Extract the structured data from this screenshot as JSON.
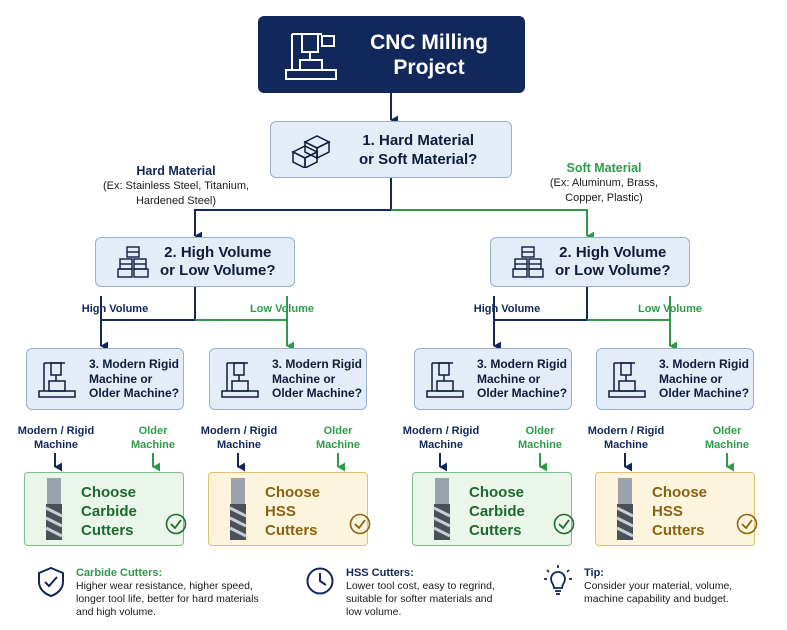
{
  "title": "CNC Milling\nProject",
  "question1": "1. Hard Material\nor Soft Material?",
  "hard": {
    "title": "Hard Material",
    "examples": "(Ex: Stainless Steel, Titanium,\nHardened Steel)"
  },
  "soft": {
    "title": "Soft Material",
    "examples": "(Ex: Aluminum, Brass,\nCopper, Plastic)"
  },
  "question2": "2. High Volume\nor Low Volume?",
  "high_volume": "High Volume",
  "low_volume": "Low Volume",
  "question3": "3. Modern Rigid\nMachine or\nOlder Machine?",
  "modern_rigid": "Modern / Rigid\nMachine",
  "older": "Older\nMachine",
  "result_carbide": "Choose\nCarbide\nCutters",
  "result_hss": "Choose\nHSS\nCutters",
  "footer": {
    "carbide": {
      "title": "Carbide Cutters:",
      "body": "Higher wear resistance, higher speed,\nlonger tool life, better for hard materials\nand high volume."
    },
    "hss": {
      "title": "HSS Cutters:",
      "body": "Lower tool cost, easy to regrind,\nsuitable for softer materials and\nlow volume."
    },
    "tip": {
      "title": "Tip:",
      "body": "Consider your material, volume,\nmachine capability and budget."
    }
  },
  "colors": {
    "navy": "#12275a",
    "green": "#2f9a4a",
    "box_fill": "#e3ecf7",
    "carbide_fill": "#e9f6e9",
    "hss_fill": "#fcf4dc"
  },
  "icons": {
    "title": "cnc-machine-icon",
    "question1": "material-blocks-icon",
    "question2": "stacked-cubes-icon",
    "question3": "cnc-machine-icon",
    "result": "end-mill-cutter-icon",
    "check": "check-circle-icon",
    "carbide_footer": "shield-check-icon",
    "hss_footer": "clock-icon",
    "tip": "lightbulb-icon"
  }
}
